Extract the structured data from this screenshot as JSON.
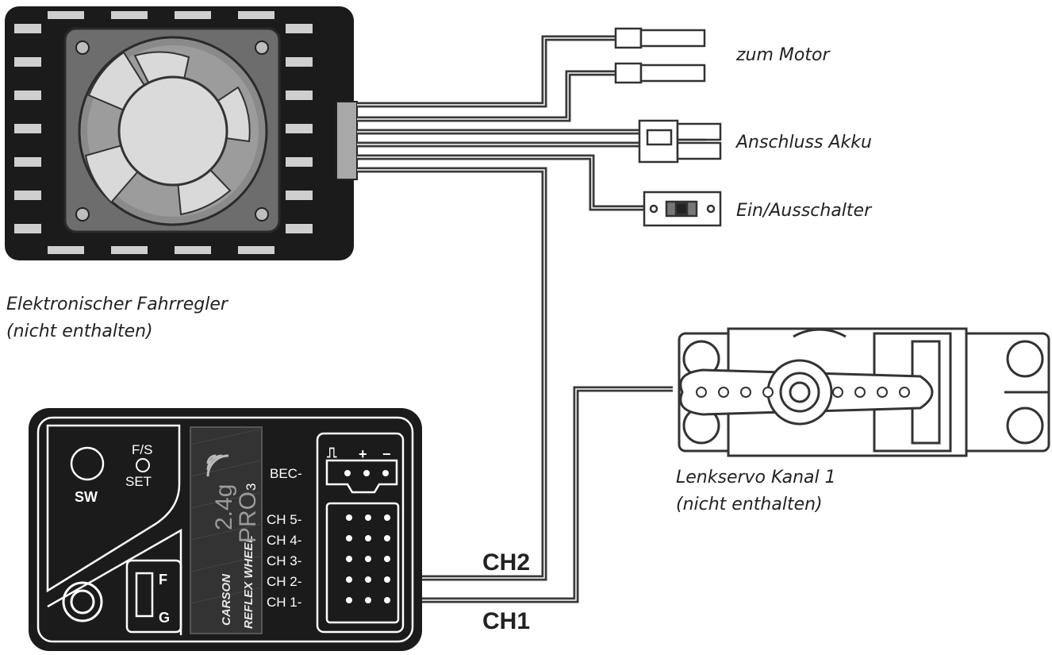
{
  "labels": {
    "motor": "zum Motor",
    "battery": "Anschluss Akku",
    "switch": "Ein/Ausschalter",
    "esc_line1": "Elektronischer Fahrregler",
    "esc_line2": "(nicht enthalten)",
    "servo_line1": "Lenkservo Kanal 1",
    "servo_line2": "(nicht enthalten)",
    "ch2": "CH2",
    "ch1": "CH1"
  },
  "receiver": {
    "sw": "SW",
    "fs": "F/S",
    "set": "SET",
    "f": "F",
    "g": "G",
    "bec": "BEC-",
    "channels": [
      "CH 5-",
      "CH 4-",
      "CH 3-",
      "CH 2-",
      "CH 1-"
    ],
    "brand": "REFLEX WHEEL",
    "brand_pro": "PRO",
    "brand_num": "3",
    "band": "2.4g",
    "logo": "CARSON",
    "pin_symbols": {
      "signal": "⎍",
      "plus": "+",
      "minus": "−"
    }
  }
}
